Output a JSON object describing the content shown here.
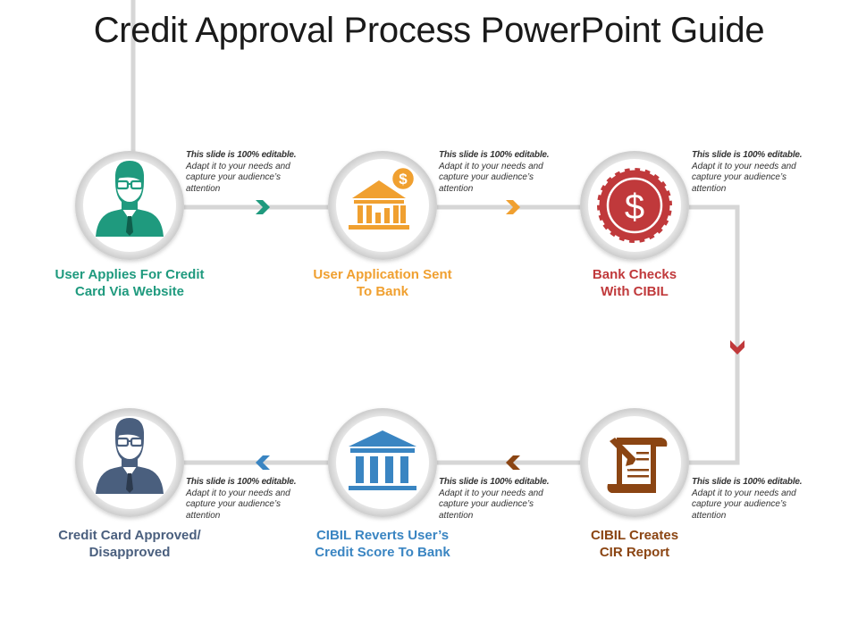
{
  "title": "Credit Approval Process PowerPoint Guide",
  "colors": {
    "teal": "#1f9a7e",
    "orange": "#f0a030",
    "red": "#c0393b",
    "brown": "#8b4513",
    "blue": "#3a85c2",
    "slate": "#4a5f7e",
    "connector": "#d6d6d6"
  },
  "steps": [
    {
      "line1": "User Applies For Credit",
      "line2": "Card Via Website",
      "icon": "businessman-icon",
      "color": "#1f9a7e"
    },
    {
      "line1": "User Application  Sent",
      "line2": "To Bank",
      "icon": "bank-dollar-icon",
      "color": "#f0a030"
    },
    {
      "line1": "Bank Checks",
      "line2": "With CIBIL",
      "icon": "dollar-coin-icon",
      "color": "#c0393b"
    },
    {
      "line1": "CIBIL Creates",
      "line2": "CIR Report",
      "icon": "scroll-pen-icon",
      "color": "#8b4513"
    },
    {
      "line1": "CIBIL Reverts User’s",
      "line2": "Credit Score To Bank",
      "icon": "bank-building-icon",
      "color": "#3a85c2"
    },
    {
      "line1": "Credit Card Approved/",
      "line2": "Disapproved",
      "icon": "businessman-icon",
      "color": "#4a5f7e"
    }
  ],
  "notes": [
    {
      "head": "This slide is 100% editable.",
      "body1": "Adapt it to your needs and",
      "body2": "capture your audience’s",
      "body3": "attention"
    },
    {
      "head": "This slide is 100% editable.",
      "body1": "Adapt it to your needs and",
      "body2": "capture your audience’s",
      "body3": "attention"
    },
    {
      "head": "This slide is 100% editable.",
      "body1": "Adapt it to your needs and",
      "body2": "capture your audience’s",
      "body3": "attention"
    },
    {
      "head": "This slide is 100% editable.",
      "body1": "Adapt it to your needs and",
      "body2": "capture your audience’s",
      "body3": "attention"
    },
    {
      "head": "This slide is 100% editable.",
      "body1": "Adapt it to your needs and",
      "body2": "capture your audience’s",
      "body3": "attention"
    },
    {
      "head": "This slide is 100% editable.",
      "body1": "Adapt it to your needs and",
      "body2": "capture your audience’s",
      "body3": "attention"
    }
  ]
}
